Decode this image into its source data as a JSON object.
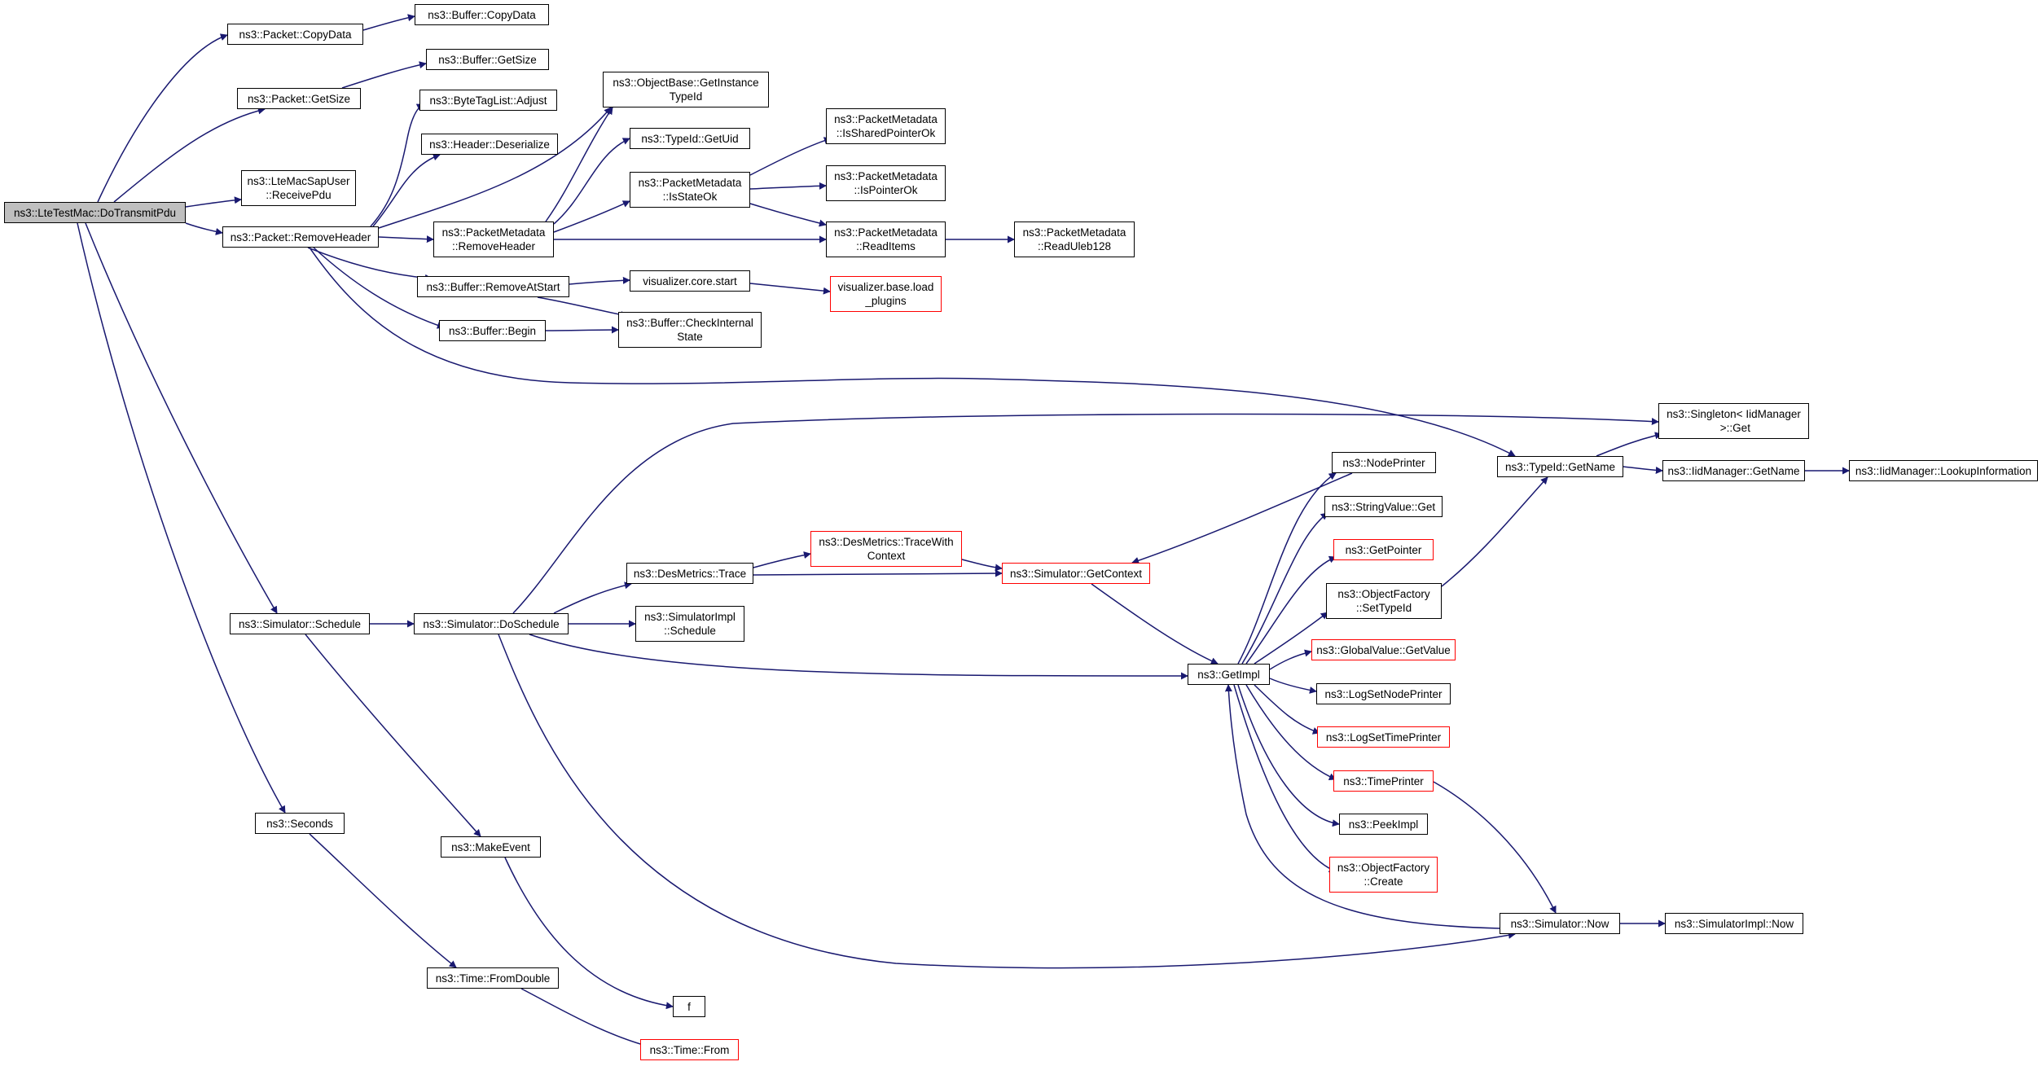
{
  "colors": {
    "edge": "#191970",
    "border": "#000000",
    "incomplete_border": "#ff0000",
    "root_fill": "#bfbfbf"
  },
  "nodes": {
    "root": "ns3::LteTestMac::DoTransmitPdu",
    "pkt_copy": "ns3::Packet::CopyData",
    "buf_copy": "ns3::Buffer::CopyData",
    "pkt_getsize": "ns3::Packet::GetSize",
    "buf_getsize": "ns3::Buffer::GetSize",
    "btl_adjust": "ns3::ByteTagList::Adjust",
    "hdr_deser": "ns3::Header::Deserialize",
    "ob_gettid": "ns3::ObjectBase::GetInstance\nTypeId",
    "tid_getuid": "ns3::TypeId::GetUid",
    "pm_shared": "ns3::PacketMetadata\n::IsSharedPointerOk",
    "pm_state": "ns3::PacketMetadata\n::IsStateOk",
    "pm_ptr": "ns3::PacketMetadata\n::IsPointerOk",
    "pm_remhdr": "ns3::PacketMetadata\n::RemoveHeader",
    "pm_readitems": "ns3::PacketMetadata\n::ReadItems",
    "pm_uleb": "ns3::PacketMetadata\n::ReadUleb128",
    "mac_sap": "ns3::LteMacSapUser\n::ReceivePdu",
    "pkt_remhdr": "ns3::Packet::RemoveHeader",
    "buf_remstart": "ns3::Buffer::RemoveAtStart",
    "viz_start": "visualizer.core.start",
    "viz_load": "visualizer.base.load\n_plugins",
    "buf_begin": "ns3::Buffer::Begin",
    "buf_check": "ns3::Buffer::CheckInternal\nState",
    "singleton_get": "ns3::Singleton< IidManager\n >::Get",
    "tid_getname": "ns3::TypeId::GetName",
    "iid_getname": "ns3::IidManager::GetName",
    "iid_lookup": "ns3::IidManager::LookupInformation",
    "node_printer": "ns3::NodePrinter",
    "strval_get": "ns3::StringValue::Get",
    "get_pointer": "ns3::GetPointer",
    "des_trace_ctx": "ns3::DesMetrics::TraceWith\nContext",
    "des_trace": "ns3::DesMetrics::Trace",
    "sim_getctx": "ns3::Simulator::GetContext",
    "of_settid": "ns3::ObjectFactory\n::SetTypeId",
    "sim_schedule": "ns3::Simulator::Schedule",
    "sim_dosched": "ns3::Simulator::DoSchedule",
    "simimpl_sched": "ns3::SimulatorImpl\n::Schedule",
    "gv_getvalue": "ns3::GlobalValue::GetValue",
    "get_impl": "ns3::GetImpl",
    "log_node": "ns3::LogSetNodePrinter",
    "log_time": "ns3::LogSetTimePrinter",
    "time_printer": "ns3::TimePrinter",
    "peek_impl": "ns3::PeekImpl",
    "of_create": "ns3::ObjectFactory\n::Create",
    "seconds": "ns3::Seconds",
    "make_event": "ns3::MakeEvent",
    "sim_now": "ns3::Simulator::Now",
    "simimpl_now": "ns3::SimulatorImpl::Now",
    "time_fromdouble": "ns3::Time::FromDouble",
    "f": "f",
    "time_from": "ns3::Time::From"
  }
}
